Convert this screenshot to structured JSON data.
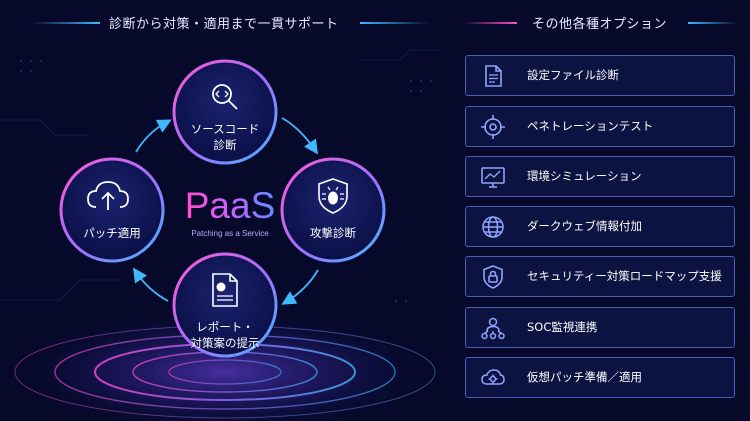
{
  "headers": {
    "left": "診断から対策・適用まで一貫サポート",
    "right": "その他各種オプション"
  },
  "center": {
    "title": "PaaS",
    "subtitle": "Patching as a Service"
  },
  "cycle": [
    {
      "label": "ソースコード\n診断",
      "icon": "code-search-icon"
    },
    {
      "label": "攻撃診断",
      "icon": "bug-shield-icon"
    },
    {
      "label": "レポート・\n対策案の提示",
      "icon": "report-icon"
    },
    {
      "label": "パッチ適用",
      "icon": "cloud-upload-icon"
    }
  ],
  "options": [
    {
      "label": "設定ファイル診断",
      "icon": "document-icon"
    },
    {
      "label": "ペネトレーションテスト",
      "icon": "target-icon"
    },
    {
      "label": "環境シミュレーション",
      "icon": "monitor-chart-icon"
    },
    {
      "label": "ダークウェブ情報付加",
      "icon": "globe-icon"
    },
    {
      "label": "セキュリティー対策ロードマップ支援",
      "icon": "lock-shield-icon"
    },
    {
      "label": "SOC監視連携",
      "icon": "team-network-icon"
    },
    {
      "label": "仮想パッチ準備／適用",
      "icon": "cloud-gear-icon"
    }
  ],
  "colors": {
    "background": "#06092a",
    "accent_pink": "#ff4fc8",
    "accent_blue": "#3fb8ff",
    "card_border": "#4f5cb8"
  }
}
